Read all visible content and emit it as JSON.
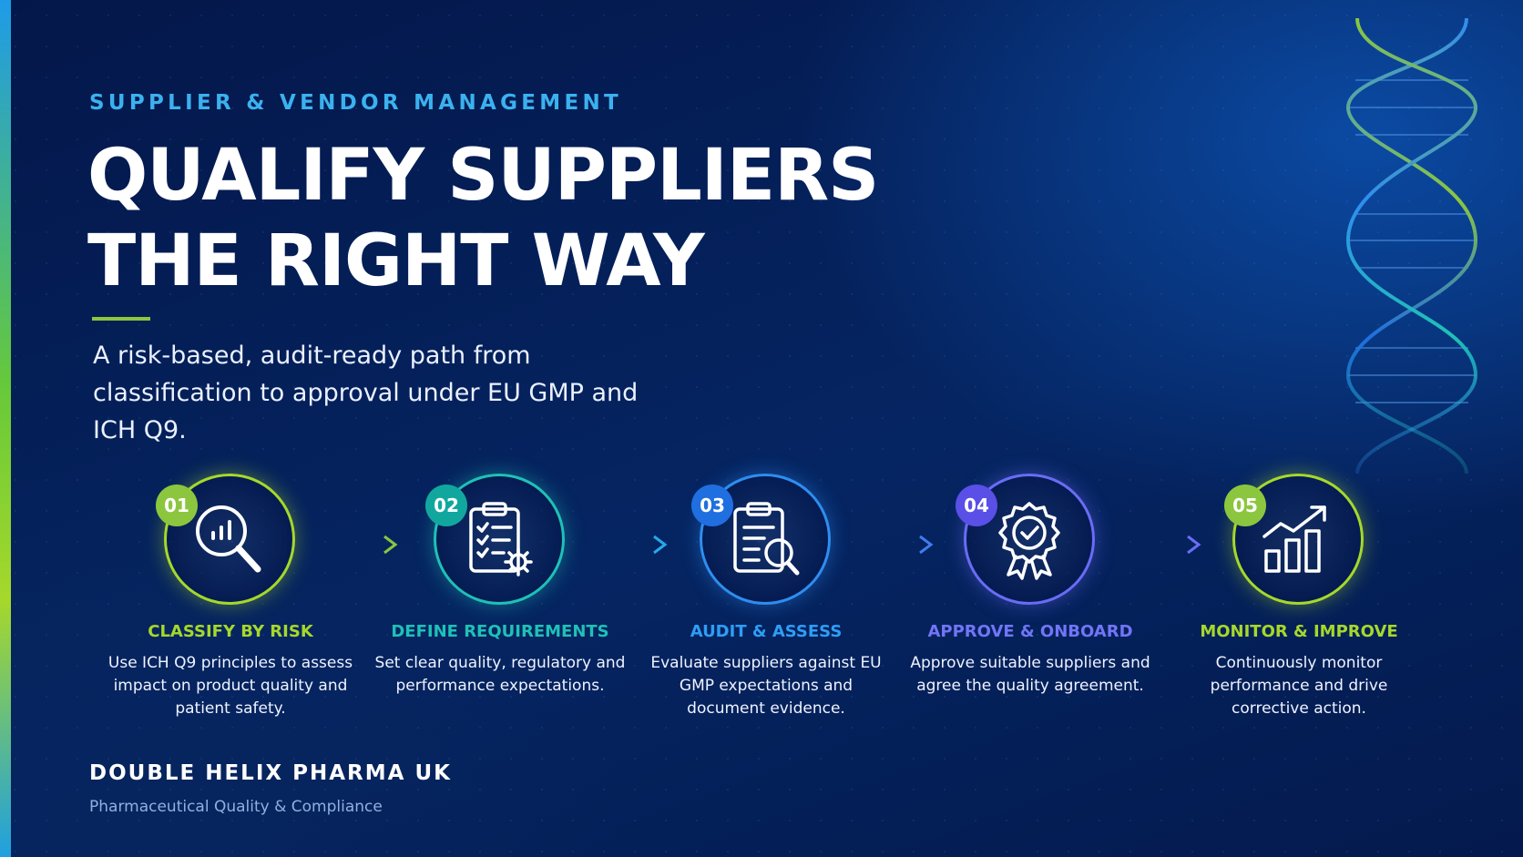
{
  "header": {
    "eyebrow": "SUPPLIER & VENDOR MANAGEMENT",
    "title_line1": "QUALIFY SUPPLIERS",
    "title_line2": "THE RIGHT WAY",
    "subtitle": "A risk-based, audit-ready path from classification to approval under EU GMP and ICH Q9."
  },
  "steps": [
    {
      "number": "01",
      "title": "CLASSIFY BY RISK",
      "description": "Use ICH Q9 principles to assess impact on product quality and patient safety.",
      "icon": "magnifier-chart-icon",
      "color": "#a6d82b",
      "badge_color": "#8cc63f"
    },
    {
      "number": "02",
      "title": "DEFINE REQUIREMENTS",
      "description": "Set clear quality, regulatory and performance expectations.",
      "icon": "clipboard-gear-icon",
      "color": "#1fc1b6",
      "badge_color": "#12a79e"
    },
    {
      "number": "03",
      "title": "AUDIT & ASSESS",
      "description": "Evaluate suppliers against EU GMP expectations and document evidence.",
      "icon": "clipboard-search-icon",
      "color": "#2f8df0",
      "badge_color": "#1f6fe0"
    },
    {
      "number": "04",
      "title": "APPROVE & ONBOARD",
      "description": "Approve suitable suppliers and agree the quality agreement.",
      "icon": "award-check-icon",
      "color": "#6a6cf5",
      "badge_color": "#5a4fe6"
    },
    {
      "number": "05",
      "title": "MONITOR & IMPROVE",
      "description": "Continuously monitor performance and drive corrective action.",
      "icon": "growth-chart-icon",
      "color": "#a6d82b",
      "badge_color": "#8cc63f"
    }
  ],
  "footer": {
    "company": "DOUBLE HELIX PHARMA UK",
    "tagline": "Pharmaceutical Quality & Compliance"
  }
}
